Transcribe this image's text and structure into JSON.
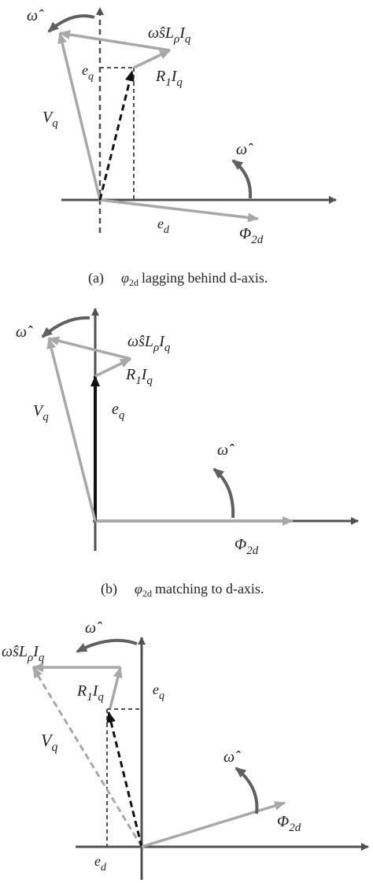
{
  "colors": {
    "axis": "#505050",
    "light": "#a8a8a8",
    "dark": "#111111",
    "omega_arrow": "#606060"
  },
  "panel_a": {
    "omega_top": "ω̂",
    "omega_flux": "ω̂",
    "wsl_iq": "ω̂sL",
    "wsl_sub": "ρ",
    "wsl_iq_tail": "I",
    "wsl_iq_sub2": "q",
    "r1iq_main": "R",
    "r1iq_sub1": "1",
    "r1iq_I": "I",
    "r1iq_sub2": "q",
    "eq": "e",
    "eq_sub": "q",
    "vq": "V",
    "vq_sub": "q",
    "ed": "e",
    "ed_sub": "d",
    "phi": "Φ",
    "phi_sub": "2d",
    "caption_prefix": "(a)",
    "caption_phi": "φ",
    "caption_sub": "2d",
    "caption_text": "lagging behind d-axis."
  },
  "panel_b": {
    "omega_top": "ω̂",
    "omega_flux": "ω̂",
    "wsl_iq": "ω̂sL",
    "wsl_sub": "ρ",
    "wsl_iq_tail": "I",
    "wsl_iq_sub2": "q",
    "r1iq_main": "R",
    "r1iq_sub1": "1",
    "r1iq_I": "I",
    "r1iq_sub2": "q",
    "eq": "e",
    "eq_sub": "q",
    "vq": "V",
    "vq_sub": "q",
    "phi": "Φ",
    "phi_sub": "2d",
    "caption_prefix": "(b)",
    "caption_phi": "φ",
    "caption_sub": "2d",
    "caption_text": "matching to d-axis."
  },
  "panel_c": {
    "omega_top": "ω̂",
    "omega_flux": "ω̂",
    "wsl_iq": "ω̂sL",
    "wsl_sub": "ρ",
    "wsl_iq_tail": "I",
    "wsl_iq_sub2": "q",
    "r1iq_main": "R",
    "r1iq_sub1": "1",
    "r1iq_I": "I",
    "r1iq_sub2": "q",
    "eq": "e",
    "eq_sub": "q",
    "vq": "V",
    "vq_sub": "q",
    "ed": "e",
    "ed_sub": "d",
    "phi": "Φ",
    "phi_sub": "2d"
  }
}
